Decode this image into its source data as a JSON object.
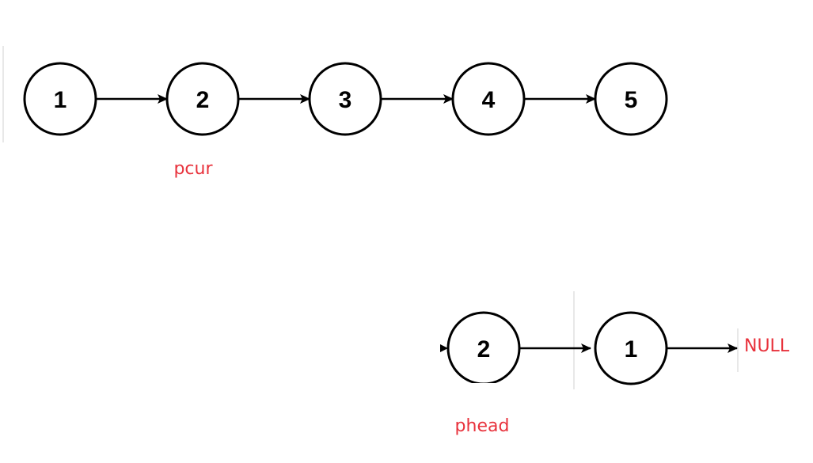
{
  "top_list": {
    "nodes": [
      "1",
      "2",
      "3",
      "4",
      "5"
    ],
    "pointer_label": "pcur"
  },
  "bottom_list": {
    "nodes": [
      "2",
      "1"
    ],
    "terminal_label": "NULL",
    "pointer_label": "phead"
  },
  "colors": {
    "node_stroke": "#000000",
    "label_red": "#e8323c"
  }
}
